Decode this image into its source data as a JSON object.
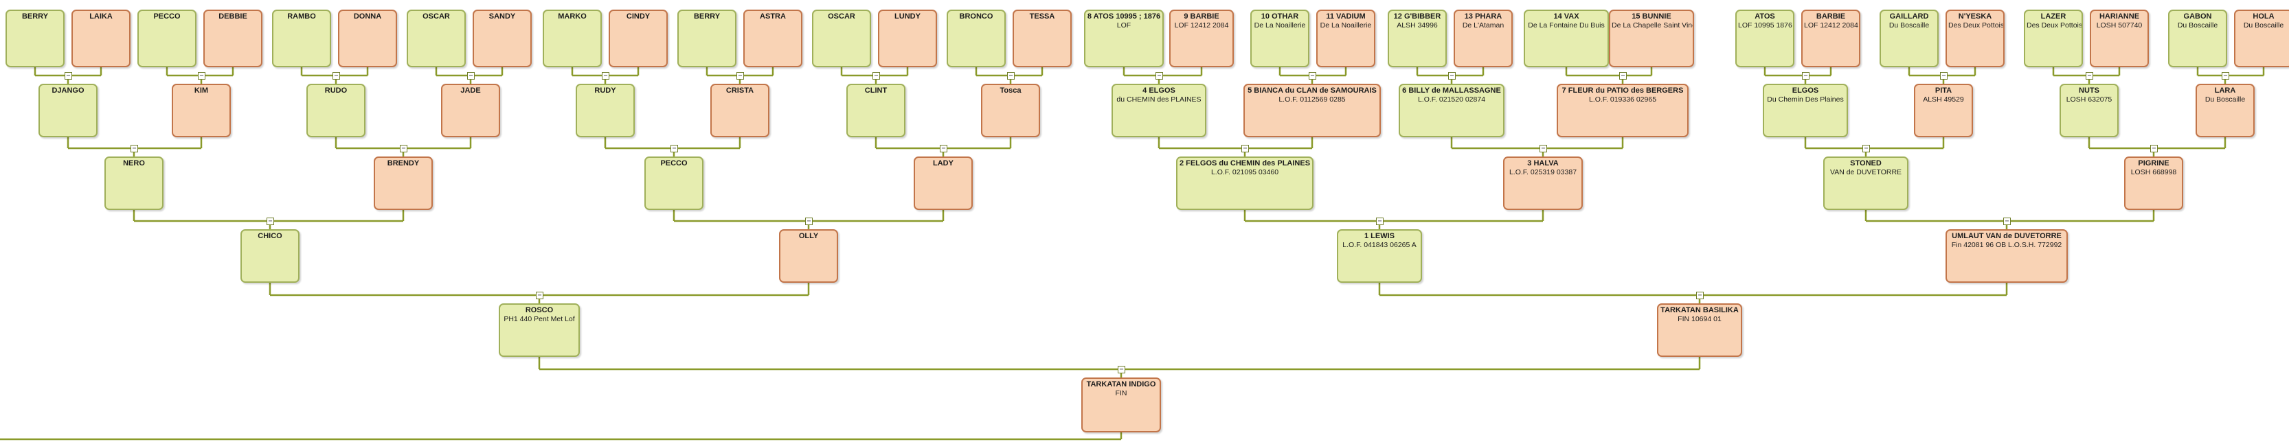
{
  "pedigree": {
    "root": {
      "name": "TARKATAN INDIGO",
      "info": "FIN",
      "sex": "f"
    },
    "sire": {
      "name": "ROSCO",
      "info": "PH1 440 Pent Met Lof",
      "sex": "m"
    },
    "dam": {
      "name": "TARKATAN BASILIKA",
      "info": "FIN 10694 01",
      "sex": "f"
    },
    "generation3": [
      {
        "name": "CHICO",
        "info": "",
        "sex": "m"
      },
      {
        "name": "OLLY",
        "info": "",
        "sex": "f"
      },
      {
        "name": "1 LEWIS",
        "info": "L.O.F. 041843 06265 A",
        "sex": "m"
      },
      {
        "name": "UMLAUT VAN de DUVETORRE",
        "info": "Fin 42081 96 OB L.O.S.H. 772992",
        "sex": "f"
      }
    ],
    "generation4": [
      {
        "name": "NERO",
        "info": "",
        "sex": "m"
      },
      {
        "name": "BRENDY",
        "info": "",
        "sex": "f"
      },
      {
        "name": "PECCO",
        "info": "",
        "sex": "m"
      },
      {
        "name": "LADY",
        "info": "",
        "sex": "f"
      },
      {
        "name": "2 FELGOS du CHEMIN des PLAINES",
        "info": "L.O.F. 021095 03460",
        "sex": "m"
      },
      {
        "name": "3 HALVA",
        "info": "L.O.F. 025319 03387",
        "sex": "f"
      },
      {
        "name": "STONED",
        "info": "VAN de DUVETORRE",
        "sex": "m"
      },
      {
        "name": "PIGRINE",
        "info": "LOSH 668998",
        "sex": "f"
      }
    ],
    "generation5": [
      {
        "name": "DJANGO",
        "info": "",
        "sex": "m"
      },
      {
        "name": "KIM",
        "info": "",
        "sex": "f"
      },
      {
        "name": "RUDO",
        "info": "",
        "sex": "m"
      },
      {
        "name": "JADE",
        "info": "",
        "sex": "f"
      },
      {
        "name": "RUDY",
        "info": "",
        "sex": "m"
      },
      {
        "name": "CRISTA",
        "info": "",
        "sex": "f"
      },
      {
        "name": "CLINT",
        "info": "",
        "sex": "m"
      },
      {
        "name": "Tosca",
        "info": "",
        "sex": "f"
      },
      {
        "name": "4 ELGOS",
        "info": "du CHEMIN des PLAINES",
        "sex": "m"
      },
      {
        "name": "5 BIANCA du CLAN de SAMOURAIS",
        "info": "L.O.F. 0112569 0285",
        "sex": "f"
      },
      {
        "name": "6 BILLY de MALLASSAGNE",
        "info": "L.O.F. 021520 02874",
        "sex": "m"
      },
      {
        "name": "7 FLEUR du PATIO des BERGERS",
        "info": "L.O.F. 019336 02965",
        "sex": "f"
      },
      {
        "name": "ELGOS",
        "info": "Du Chemin Des Plaines",
        "sex": "m"
      },
      {
        "name": "PITA",
        "info": "ALSH 49529",
        "sex": "f"
      },
      {
        "name": "NUTS",
        "info": "LOSH 632075",
        "sex": "m"
      },
      {
        "name": "LARA",
        "info": "Du Boscaille",
        "sex": "f"
      }
    ],
    "generation6": [
      {
        "name": "BERRY",
        "info": "",
        "sex": "m"
      },
      {
        "name": "LAIKA",
        "info": "",
        "sex": "f"
      },
      {
        "name": "PECCO",
        "info": "",
        "sex": "m"
      },
      {
        "name": "DEBBIE",
        "info": "",
        "sex": "f"
      },
      {
        "name": "RAMBO",
        "info": "",
        "sex": "m"
      },
      {
        "name": "DONNA",
        "info": "",
        "sex": "f"
      },
      {
        "name": "OSCAR",
        "info": "",
        "sex": "m"
      },
      {
        "name": "SANDY",
        "info": "",
        "sex": "f"
      },
      {
        "name": "MARKO",
        "info": "",
        "sex": "m"
      },
      {
        "name": "CINDY",
        "info": "",
        "sex": "f"
      },
      {
        "name": "BERRY",
        "info": "",
        "sex": "m"
      },
      {
        "name": "ASTRA",
        "info": "",
        "sex": "f"
      },
      {
        "name": "OSCAR",
        "info": "",
        "sex": "m"
      },
      {
        "name": "LUNDY",
        "info": "",
        "sex": "f"
      },
      {
        "name": "BRONCO",
        "info": "",
        "sex": "m"
      },
      {
        "name": "TESSA",
        "info": "",
        "sex": "f"
      },
      {
        "name": "8 ATOS 10995 ; 1876",
        "info": "LOF",
        "sex": "m"
      },
      {
        "name": "9 BARBIE",
        "info": "LOF 12412 2084",
        "sex": "f"
      },
      {
        "name": "10 OTHAR",
        "info": "De La Noaillerie",
        "sex": "m"
      },
      {
        "name": "11 VADIUM",
        "info": "De La Noaillerie",
        "sex": "f"
      },
      {
        "name": "12 G'BIBBER",
        "info": "ALSH 34996",
        "sex": "m"
      },
      {
        "name": "13 PHARA",
        "info": "De L'Ataman",
        "sex": "f"
      },
      {
        "name": "14 VAX",
        "info": "De La Fontaine Du Buis",
        "sex": "m"
      },
      {
        "name": "15 BUNNIE",
        "info": "De La Chapelle Saint Vincent",
        "sex": "f"
      },
      {
        "name": "ATOS",
        "info": "LOF 10995 1876",
        "sex": "m"
      },
      {
        "name": "BARBIE",
        "info": "LOF 12412 2084",
        "sex": "f"
      },
      {
        "name": "GAILLARD",
        "info": "Du Boscaille",
        "sex": "m"
      },
      {
        "name": "N'YESKA",
        "info": "Des Deux Pottois",
        "sex": "f"
      },
      {
        "name": "LAZER",
        "info": "Des Deux Pottois",
        "sex": "m"
      },
      {
        "name": "HARIANNE",
        "info": "LOSH 507740",
        "sex": "f"
      },
      {
        "name": "GABON",
        "info": "Du Boscaille",
        "sex": "m"
      },
      {
        "name": "HOLA",
        "info": "Du Boscaille",
        "sex": "f"
      }
    ]
  },
  "ui": {
    "collapse_glyph": "−",
    "colors": {
      "male": "#e6edb0",
      "female": "#f9d3b5",
      "wire": "#8a9a2a"
    }
  }
}
